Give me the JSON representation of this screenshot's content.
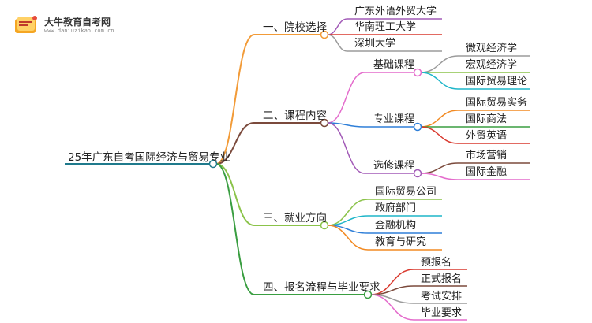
{
  "brand": {
    "title": "大牛教育自考网",
    "url": "www.daniuzikao.com.cn"
  },
  "mindmap": {
    "root": "25年广东自考国际经济与贸易专业",
    "branches": [
      {
        "label": "一、院校选择",
        "color": "#f29b38",
        "children": [
          {
            "label": "广东外语外贸大学",
            "color": "#a25ab7"
          },
          {
            "label": "华南理工大学",
            "color": "#d9392e"
          },
          {
            "label": "深圳大学",
            "color": "#9b9b9b"
          }
        ]
      },
      {
        "label": "二、课程内容",
        "color": "#7b4a3c",
        "children": [
          {
            "label": "基础课程",
            "color": "#e46ccc",
            "children": [
              {
                "label": "微观经济学",
                "color": "#9b9b9b"
              },
              {
                "label": "宏观经济学",
                "color": "#8bc34a"
              },
              {
                "label": "国际贸易理论",
                "color": "#1fb6c9"
              }
            ]
          },
          {
            "label": "专业课程",
            "color": "#2f7fd8",
            "children": [
              {
                "label": "国际贸易实务",
                "color": "#f28a22"
              },
              {
                "label": "国际商法",
                "color": "#3a9e41"
              },
              {
                "label": "外贸英语",
                "color": "#d9392e"
              }
            ]
          },
          {
            "label": "选修课程",
            "color": "#a25ab7",
            "children": [
              {
                "label": "市场营销",
                "color": "#7b4a3c"
              },
              {
                "label": "国际金融",
                "color": "#e46ccc"
              }
            ]
          }
        ]
      },
      {
        "label": "三、就业方向",
        "color": "#8bc34a",
        "children": [
          {
            "label": "国际贸易公司",
            "color": "#8bc34a"
          },
          {
            "label": "政府部门",
            "color": "#1fb6c9"
          },
          {
            "label": "金融机构",
            "color": "#2f7fd8"
          },
          {
            "label": "教育与研究",
            "color": "#f28a22"
          }
        ]
      },
      {
        "label": "四、报名流程与毕业要求",
        "color": "#3a9e41",
        "children": [
          {
            "label": "预报名",
            "color": "#d9392e"
          },
          {
            "label": "正式报名",
            "color": "#7b4a3c"
          },
          {
            "label": "考试安排",
            "color": "#9b9b9b"
          },
          {
            "label": "毕业要求",
            "color": "#e46ccc"
          }
        ]
      }
    ],
    "root_color": "#1f7a8c"
  }
}
